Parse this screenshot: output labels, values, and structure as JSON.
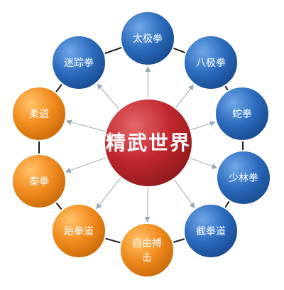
{
  "center": {
    "label": "精武世界",
    "color": "#c0272d"
  },
  "colors": {
    "blue": "#1f5fae",
    "orange": "#f08a1c",
    "ring": "#1a1a1a",
    "arrow": "#9aa9b8"
  },
  "nodes": [
    {
      "id": "taiji",
      "label": "太极拳",
      "color": "blue"
    },
    {
      "id": "baji",
      "label": "八极拳",
      "color": "blue"
    },
    {
      "id": "she",
      "label": "蛇拳",
      "color": "blue"
    },
    {
      "id": "shaolin",
      "label": "少林拳",
      "color": "blue"
    },
    {
      "id": "jiequan",
      "label": "截拳道",
      "color": "blue"
    },
    {
      "id": "ziyou",
      "label": "自由搏击",
      "color": "orange"
    },
    {
      "id": "taiquandao",
      "label": "跆拳道",
      "color": "orange"
    },
    {
      "id": "tai",
      "label": "泰拳",
      "color": "orange"
    },
    {
      "id": "roudao",
      "label": "柔道",
      "color": "orange"
    },
    {
      "id": "mizong",
      "label": "迷踪拳",
      "color": "blue"
    }
  ]
}
